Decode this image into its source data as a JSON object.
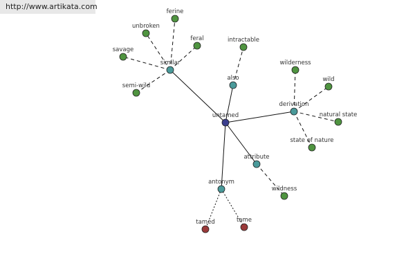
{
  "watermark": "http://www.artikata.com",
  "colors": {
    "center": "#3b3f8f",
    "relation": "#4a9a9a",
    "leaf": "#4f9440",
    "antonym_leaf": "#9a3a3a"
  },
  "graph": {
    "nodes": [
      {
        "id": "untamed",
        "label": "untamed",
        "kind": "center"
      },
      {
        "id": "similar",
        "label": "similar",
        "kind": "relation"
      },
      {
        "id": "also",
        "label": "also",
        "kind": "relation"
      },
      {
        "id": "derivation",
        "label": "derivation",
        "kind": "relation"
      },
      {
        "id": "attribute",
        "label": "attribute",
        "kind": "relation"
      },
      {
        "id": "antonym",
        "label": "antonym",
        "kind": "relation"
      },
      {
        "id": "ferine",
        "label": "ferine",
        "kind": "leaf"
      },
      {
        "id": "unbroken",
        "label": "unbroken",
        "kind": "leaf"
      },
      {
        "id": "feral",
        "label": "feral",
        "kind": "leaf"
      },
      {
        "id": "savage",
        "label": "savage",
        "kind": "leaf"
      },
      {
        "id": "semi-wild",
        "label": "semi-wild",
        "kind": "leaf"
      },
      {
        "id": "intractable",
        "label": "intractable",
        "kind": "leaf"
      },
      {
        "id": "wilderness",
        "label": "wilderness",
        "kind": "leaf"
      },
      {
        "id": "wild",
        "label": "wild",
        "kind": "leaf"
      },
      {
        "id": "natural-state",
        "label": "natural state",
        "kind": "leaf"
      },
      {
        "id": "state-of-nature",
        "label": "state of nature",
        "kind": "leaf"
      },
      {
        "id": "wildness",
        "label": "wildness",
        "kind": "leaf"
      },
      {
        "id": "tamed",
        "label": "tamed",
        "kind": "antonym_leaf"
      },
      {
        "id": "tame",
        "label": "tame",
        "kind": "antonym_leaf"
      }
    ],
    "edges": [
      {
        "from": "untamed",
        "to": "similar",
        "style": "solid"
      },
      {
        "from": "untamed",
        "to": "also",
        "style": "solid"
      },
      {
        "from": "untamed",
        "to": "derivation",
        "style": "solid"
      },
      {
        "from": "untamed",
        "to": "attribute",
        "style": "solid"
      },
      {
        "from": "untamed",
        "to": "antonym",
        "style": "solid"
      },
      {
        "from": "similar",
        "to": "ferine",
        "style": "dashed"
      },
      {
        "from": "similar",
        "to": "unbroken",
        "style": "dashed"
      },
      {
        "from": "similar",
        "to": "feral",
        "style": "dashed"
      },
      {
        "from": "similar",
        "to": "savage",
        "style": "dashed"
      },
      {
        "from": "similar",
        "to": "semi-wild",
        "style": "dashed"
      },
      {
        "from": "also",
        "to": "intractable",
        "style": "dashed"
      },
      {
        "from": "derivation",
        "to": "wilderness",
        "style": "dashed"
      },
      {
        "from": "derivation",
        "to": "wild",
        "style": "dashed"
      },
      {
        "from": "derivation",
        "to": "natural-state",
        "style": "dashed"
      },
      {
        "from": "derivation",
        "to": "state-of-nature",
        "style": "dashed"
      },
      {
        "from": "attribute",
        "to": "wildness",
        "style": "dashed"
      },
      {
        "from": "antonym",
        "to": "tamed",
        "style": "dotted"
      },
      {
        "from": "antonym",
        "to": "tame",
        "style": "dotted"
      }
    ]
  }
}
